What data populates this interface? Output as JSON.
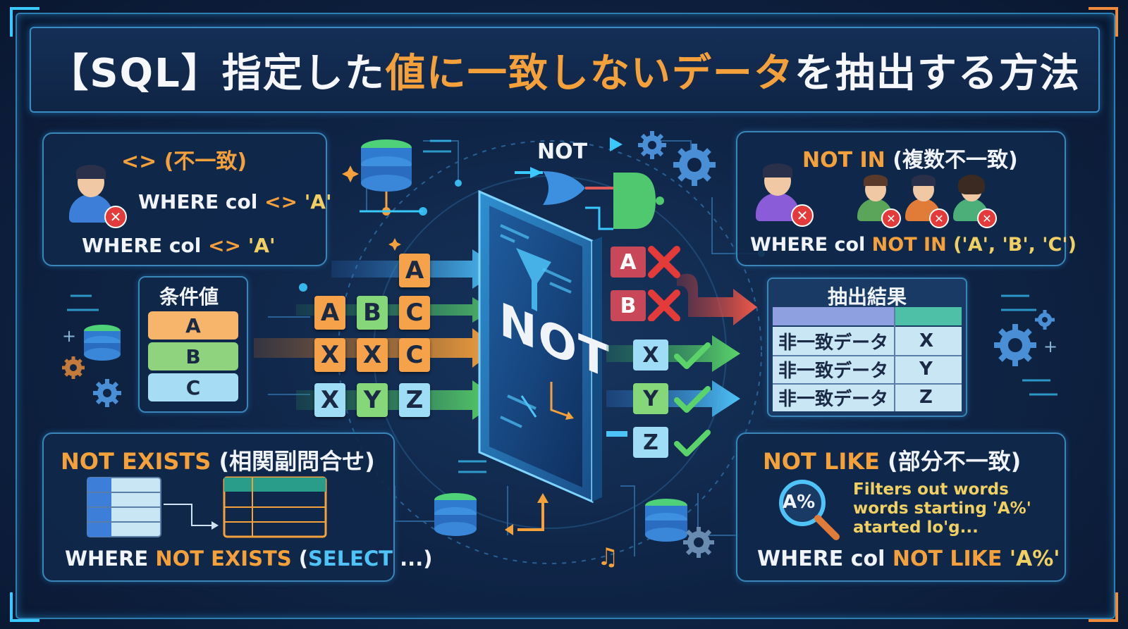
{
  "title": {
    "part1": "【SQL】指定した",
    "part2": "値に一致しないデータ",
    "part3": "を抽出する方法"
  },
  "panel_ne": {
    "title": "<> (不一致)",
    "code1_prefix": "WHERE col ",
    "code1_op": "<>",
    "code1_val": " 'A'",
    "code2_prefix": "WHERE col ",
    "code2_op": "<>",
    "code2_val": " 'A'"
  },
  "panel_notin": {
    "title_kw": "NOT IN",
    "title_rest": " (複数不一致)",
    "code_prefix": "WHERE col ",
    "code_kw": "NOT IN",
    "code_rest": " ('A', 'B', 'C')"
  },
  "panel_cond": {
    "title": "条件値",
    "values": [
      "A",
      "B",
      "C"
    ]
  },
  "input_tiles": {
    "row1": [
      "A"
    ],
    "row2": [
      "A",
      "B",
      "C"
    ],
    "row3": [
      "X",
      "X",
      "C"
    ],
    "row4": [
      "X",
      "Y",
      "Z"
    ]
  },
  "center": {
    "not_top": "NOT",
    "not_device": "NOT"
  },
  "rejected": [
    "A",
    "B"
  ],
  "accepted": [
    "X",
    "Y",
    "Z"
  ],
  "result": {
    "title": "抽出結果",
    "rows": [
      {
        "label": "非一致データ",
        "value": "X"
      },
      {
        "label": "非一致データ",
        "value": "Y"
      },
      {
        "label": "非一致データ",
        "value": "Z"
      }
    ]
  },
  "panel_notexists": {
    "title_kw": "NOT EXISTS",
    "title_rest": " (相関副問合せ)",
    "code_prefix": "WHERE ",
    "code_kw": "NOT EXISTS",
    "code_paren": " (",
    "code_select": "SELECT",
    "code_end": " ...)"
  },
  "panel_notlike": {
    "title_kw": "NOT LIKE",
    "title_rest": " (部分不一致)",
    "magnifier": "A%",
    "desc1": "Filters out words",
    "desc2": "words starting 'A%'",
    "desc3": "atarted lo'g...",
    "code_prefix": "WHERE col ",
    "code_kw": "NOT LIKE",
    "code_val": " 'A%'"
  },
  "colors": {
    "accent_orange": "#f4a13c",
    "accent_cyan": "#4fc3f7",
    "reject_red": "#e53a3a",
    "accept_green": "#5bd36a",
    "background": "#0f2547"
  },
  "icons": [
    "database-icon",
    "gear-icon",
    "person-icon",
    "filter-icon",
    "magnifier-icon",
    "logic-gate-icon",
    "check-icon",
    "cross-icon",
    "music-note-icon"
  ]
}
